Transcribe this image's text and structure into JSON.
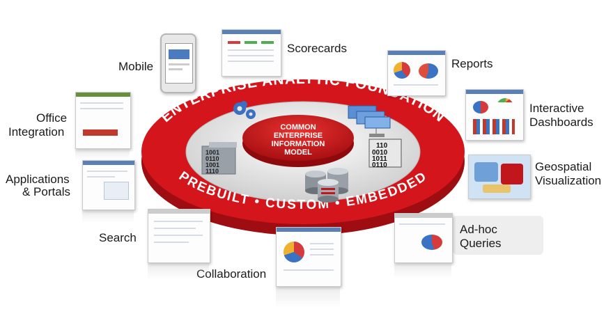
{
  "ring": {
    "top_text": "ENTERPRISE ANALYTIC FOUNDATION",
    "bottom_text": "PREBUILT • CUSTOM • EMBEDDED",
    "center_lines": [
      "COMMON",
      "ENTERPRISE",
      "INFORMATION",
      "MODEL"
    ],
    "colors": {
      "ring": "#d4161c",
      "ring_dark": "#9e0d11",
      "inner": "#e6e6e6",
      "center": "#d4161c"
    }
  },
  "binary_left": [
    "1001",
    "0110",
    "1001",
    "1110"
  ],
  "binary_right": [
    "110",
    "0010",
    "1011",
    "0110"
  ],
  "labels": {
    "mobile": "Mobile",
    "scorecards": "Scorecards",
    "reports": "Reports",
    "office_1": "Office",
    "office_2": "Integration",
    "interactive_1": "Interactive",
    "interactive_2": "Dashboards",
    "apps_1": "Applications",
    "apps_2": "& Portals",
    "geo_1": "Geospatial",
    "geo_2": "Visualization",
    "search": "Search",
    "adhoc_1": "Ad-hoc",
    "adhoc_2": "Queries",
    "collaboration": "Collaboration"
  }
}
